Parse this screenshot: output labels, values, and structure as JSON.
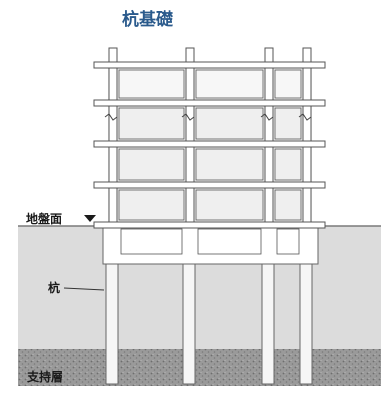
{
  "title": "杭基礎",
  "labels": {
    "ground_surface": "地盤面",
    "pile": "杭",
    "bearing_layer": "支持層"
  }
}
